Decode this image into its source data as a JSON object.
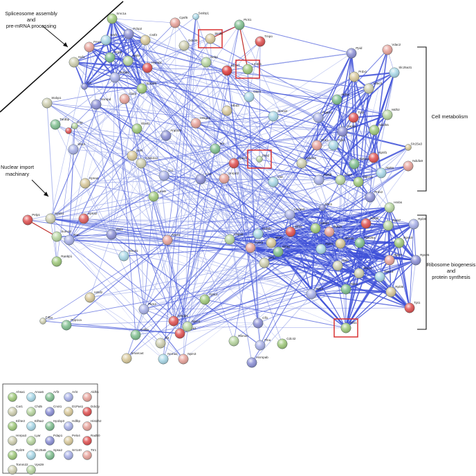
{
  "colors": {
    "edge": "#3f51d8",
    "edge_light": "#9aa6ea",
    "edge_red": "#c0302c",
    "highlight": "#d83232",
    "ink": "#111111",
    "node_palette": [
      "#9fc97a",
      "#8b8fd6",
      "#e8a29a",
      "#a9d8e8",
      "#d9c99a",
      "#cfcfb0",
      "#7fbf8f",
      "#e05050",
      "#b8d6a0",
      "#a8b0e8"
    ]
  },
  "annotations": {
    "spliceosome": {
      "line1": "Spliceosome assembly",
      "line2": "and",
      "line3": "pre-mRNA processing"
    },
    "nuclear_import": {
      "line1": "Nuclear import",
      "line2": "machinary"
    },
    "cell_metabolism": "Cell metabolism",
    "ribosome": {
      "line1": "Ribosome biogenesis",
      "line2": "and",
      "line3": "protein synthesis"
    }
  },
  "network": {
    "nodes": [
      {
        "id": "Smc1a",
        "label": "Smc1a"
      },
      {
        "id": "Pcbp2",
        "label": "Pcbp2"
      },
      {
        "id": "Fmr1",
        "label": "Fmr1"
      },
      {
        "id": "Srsf1",
        "label": "Srsf1"
      },
      {
        "id": "Cstf3",
        "label": "Cstf3"
      },
      {
        "id": "Nxf1",
        "label": "Nxf1"
      },
      {
        "id": "Prpf3",
        "label": "Prpf3"
      },
      {
        "id": "Hnrnpc",
        "label": "Hnrnpc"
      },
      {
        "id": "Srsf9",
        "label": "Srsf9"
      },
      {
        "id": "Snrpa1",
        "label": "Snrpa1"
      },
      {
        "id": "Snrpd3",
        "label": "Snrpd3"
      },
      {
        "id": "Tpr",
        "label": "Tpr"
      },
      {
        "id": "Cpsf6",
        "label": "Cpsf6"
      },
      {
        "id": "Sesbp1",
        "label": "Sesbp1"
      },
      {
        "id": "Sin3b",
        "label": "Sin3b"
      },
      {
        "id": "Ddx39",
        "label": "Ddx39"
      },
      {
        "id": "Pick1",
        "label": "Pick1"
      },
      {
        "id": "Tmpo",
        "label": "Tmpo"
      },
      {
        "id": "Ncbp",
        "label": "Ncbp"
      },
      {
        "id": "Mcm7",
        "label": "Mcm7"
      },
      {
        "id": "Lmnb1",
        "label": "Lmnb1"
      },
      {
        "id": "Hnrnpd",
        "label": "Hnrnpd"
      },
      {
        "id": "Cbx5",
        "label": "Cbx5"
      },
      {
        "id": "Cbx4",
        "label": "Cbx4"
      },
      {
        "id": "Mbd3",
        "label": "Mbd3"
      },
      {
        "id": "Stxbp1",
        "label": "Stxbp1"
      },
      {
        "id": "Tardbp",
        "label": "Tardbp"
      },
      {
        "id": "Fxr1",
        "label": "Fxr1"
      },
      {
        "id": "Pop",
        "label": "Pop"
      },
      {
        "id": "Sfrs2",
        "label": "Sfrs2"
      },
      {
        "id": "Elavl1",
        "label": "Elavl1"
      },
      {
        "id": "Anp32b",
        "label": "Anp32b"
      },
      {
        "id": "Hmgb2",
        "label": "Hmgb2"
      },
      {
        "id": "Stomi2",
        "label": "Stomi2"
      },
      {
        "id": "Sets",
        "label": "Sets"
      },
      {
        "id": "Csnk2a1",
        "label": "Csnk2a1"
      },
      {
        "id": "Set",
        "label": "Set"
      },
      {
        "id": "Apex1",
        "label": "Apex1"
      },
      {
        "id": "Phb2",
        "label": "Phb2"
      },
      {
        "id": "Ccl",
        "label": "Ccl"
      },
      {
        "id": "Lmn9",
        "label": "Lmn9"
      },
      {
        "id": "Ccr2",
        "label": "Ccr2"
      },
      {
        "id": "Snrpd2",
        "label": "Snrpd2"
      },
      {
        "id": "Oat",
        "label": "Oat"
      },
      {
        "id": "Kpna4",
        "label": "Kpna4"
      },
      {
        "id": "Kpnb1",
        "label": "Kpnb1"
      },
      {
        "id": "Kpna2",
        "label": "Kpna2"
      },
      {
        "id": "Pelp1",
        "label": "Pelp1"
      },
      {
        "id": "Sumo2",
        "label": "Sumo2"
      },
      {
        "id": "Ran",
        "label": "Ran"
      },
      {
        "id": "Ranbp1",
        "label": "Ranbp1"
      },
      {
        "id": "Ybx1",
        "label": "Ybx1"
      },
      {
        "id": "Nme1",
        "label": "Nme1"
      },
      {
        "id": "Hmox1",
        "label": "Hmox1"
      },
      {
        "id": "H2afz",
        "label": "H2afz"
      },
      {
        "id": "Eif5a",
        "label": "Eif5a"
      },
      {
        "id": "Ppp1ca",
        "label": "Ppp1ca"
      },
      {
        "id": "Hnrnpa1",
        "label": "Hnrnpa1"
      },
      {
        "id": "Rbmxrt",
        "label": "Rbmxrt"
      },
      {
        "id": "Flna",
        "label": "Flna"
      },
      {
        "id": "Cdc42",
        "label": "Cdc42"
      },
      {
        "id": "Hnrnpab",
        "label": "Hnrnpab"
      },
      {
        "id": "Npm3",
        "label": "Npm3"
      },
      {
        "id": "Ncma1",
        "label": "Ncma1"
      },
      {
        "id": "Smarca4",
        "label": "Smarca4"
      },
      {
        "id": "Ilf3",
        "label": "Ilf3"
      },
      {
        "id": "Actl6a",
        "label": "Actl6a"
      },
      {
        "id": "Hmgb1",
        "label": "Hmgb1"
      },
      {
        "id": "Npm1",
        "label": "Npm1"
      },
      {
        "id": "Pkm2",
        "label": "Pkm2"
      },
      {
        "id": "Tpm3",
        "label": "Tpm3"
      },
      {
        "id": "Cfl1",
        "label": "Cfl1"
      },
      {
        "id": "Eef1a",
        "label": "Eef1a"
      },
      {
        "id": "Eef1b",
        "label": "Eef1b"
      },
      {
        "id": "Eif3b",
        "label": "Eif3b"
      },
      {
        "id": "Eif3c",
        "label": "Eif3c"
      },
      {
        "id": "Eif3g",
        "label": "Eif3g"
      },
      {
        "id": "Eif4a",
        "label": "Eif4a"
      },
      {
        "id": "Hspa9",
        "label": "Hspa9"
      },
      {
        "id": "Hnrpa3",
        "label": "Hnrpa3"
      },
      {
        "id": "G3bp1",
        "label": "G3bp1"
      },
      {
        "id": "Nacs",
        "label": "Nacs"
      },
      {
        "id": "Rpl15",
        "label": "Rpl15"
      },
      {
        "id": "Rpl31",
        "label": "Rpl31"
      },
      {
        "id": "Rps3a",
        "label": "Rps3a"
      },
      {
        "id": "Rpl5",
        "label": "Rpl5"
      },
      {
        "id": "Rps26a",
        "label": "Rps26a"
      },
      {
        "id": "Rpl30",
        "label": "Rpl30"
      },
      {
        "id": "Rpl27",
        "label": "Rpl27"
      },
      {
        "id": "Rpl38",
        "label": "Rpl38"
      },
      {
        "id": "Rps10",
        "label": "Rps10"
      },
      {
        "id": "Rps25",
        "label": "Rps25"
      },
      {
        "id": "Rpl17",
        "label": "Rpl17"
      },
      {
        "id": "Rps13",
        "label": "Rps13"
      },
      {
        "id": "Rpl35",
        "label": "Rpl35"
      },
      {
        "id": "Rpl13",
        "label": "Rpl13"
      },
      {
        "id": "Rps8",
        "label": "Rps8"
      },
      {
        "id": "Tpt1",
        "label": "Tpt1"
      },
      {
        "id": "Hmbs",
        "label": "Hmbs"
      },
      {
        "id": "Rps4",
        "label": "Rps4"
      },
      {
        "id": "Efa1",
        "label": "Efa1"
      },
      {
        "id": "Ppid",
        "label": "Ppid"
      },
      {
        "id": "Vdac2",
        "label": "Vdac2"
      },
      {
        "id": "Slc25a31",
        "label": "Slc25a31"
      },
      {
        "id": "Prdx1",
        "label": "Prdx1"
      },
      {
        "id": "Vdac3",
        "label": "Vdac3"
      },
      {
        "id": "Aldoa",
        "label": "Aldoa"
      },
      {
        "id": "Tpi2",
        "label": "Tpi2"
      },
      {
        "id": "Mdh2",
        "label": "Mdh2"
      },
      {
        "id": "Pgam1",
        "label": "Pgam1"
      },
      {
        "id": "Ndufs5",
        "label": "Ndufs5"
      },
      {
        "id": "Gapdh",
        "label": "Gapdh"
      },
      {
        "id": "Eno1",
        "label": "Eno1"
      },
      {
        "id": "Pgk1",
        "label": "Pgk1"
      },
      {
        "id": "Slc25a3",
        "label": "Slc25a3"
      },
      {
        "id": "Ndufa2",
        "label": "Ndufa2"
      },
      {
        "id": "Atp5a1",
        "label": "Atp5a1"
      },
      {
        "id": "Atp5f1",
        "label": "Atp5f1"
      },
      {
        "id": "Cox7",
        "label": "Cox7"
      },
      {
        "id": "Atp5b",
        "label": "Atp5b"
      },
      {
        "id": "Uqcrc1",
        "label": "Uqcrc1"
      },
      {
        "id": "Prdx2",
        "label": "Prdx2"
      },
      {
        "id": "Ndufa9",
        "label": "Ndufa9"
      },
      {
        "id": "Atp5o",
        "label": "Atp5o"
      }
    ]
  },
  "legend": {
    "items": [
      "Ahsa1",
      "Anxa5",
      "Arf3",
      "Arl4",
      "Aldh1",
      "Car1",
      "Chd5",
      "Cnot1",
      "D1Pas1",
      "Ddx3y",
      "Eif4e2",
      "Eif5a2",
      "Hp1bp3",
      "Hdlbp",
      "Hist2h2",
      "Hnrpa3",
      "Lyar",
      "Pdap1",
      "Pelo4",
      "Rad50",
      "Rpl29",
      "Slc25a5",
      "Spsa2",
      "Srr140",
      "Ttr1",
      "Tomm22",
      "Vps39"
    ]
  }
}
